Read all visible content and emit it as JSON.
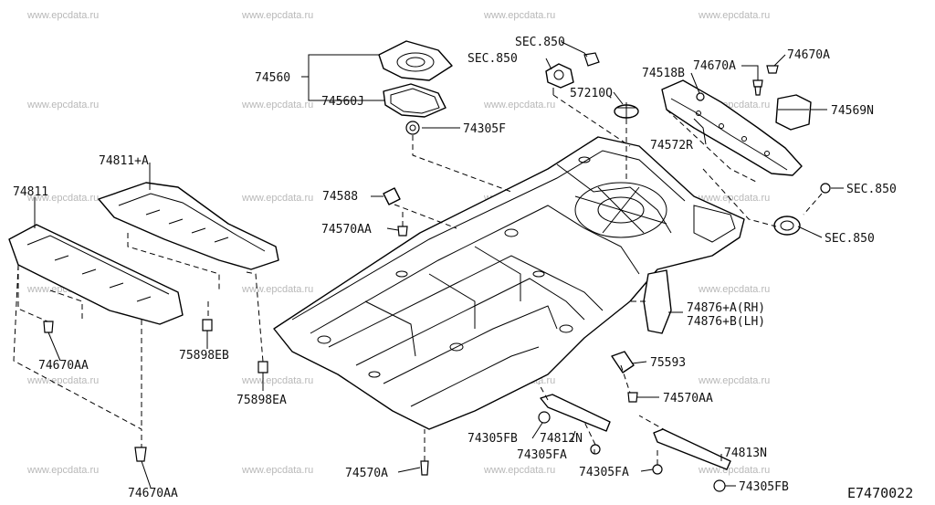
{
  "diagram_code": "E7470022",
  "watermark": "www.epcdata.ru",
  "labels": {
    "p74560": "74560",
    "p74560J": "74560J",
    "p74305F": "74305F",
    "sec850_a": "SEC.850",
    "sec850_b": "SEC.850",
    "sec850_c": "SEC.850",
    "sec850_d": "SEC.850",
    "p57210Q": "57210Q",
    "p74518B": "74518B",
    "p74670A_1": "74670A",
    "p74670A_2": "74670A",
    "p74569N": "74569N",
    "p74572R": "74572R",
    "p74811A": "74811+A",
    "p74811": "74811",
    "p74588": "74588",
    "p74570AA_1": "74570AA",
    "p74876": "74876+A(RH)",
    "p74876b": "74876+B(LH)",
    "p74670AA_1": "74670AA",
    "p75898EB": "75898EB",
    "p75898EA": "75898EA",
    "p75593": "75593",
    "p74570AA_2": "74570AA",
    "p74305FB_1": "74305FB",
    "p74812N": "74812N",
    "p74305FA_1": "74305FA",
    "p74813N": "74813N",
    "p74670AA_2": "74670AA",
    "p74570A": "74570A",
    "p74305FA_2": "74305FA",
    "p74305FB_2": "74305FB"
  }
}
